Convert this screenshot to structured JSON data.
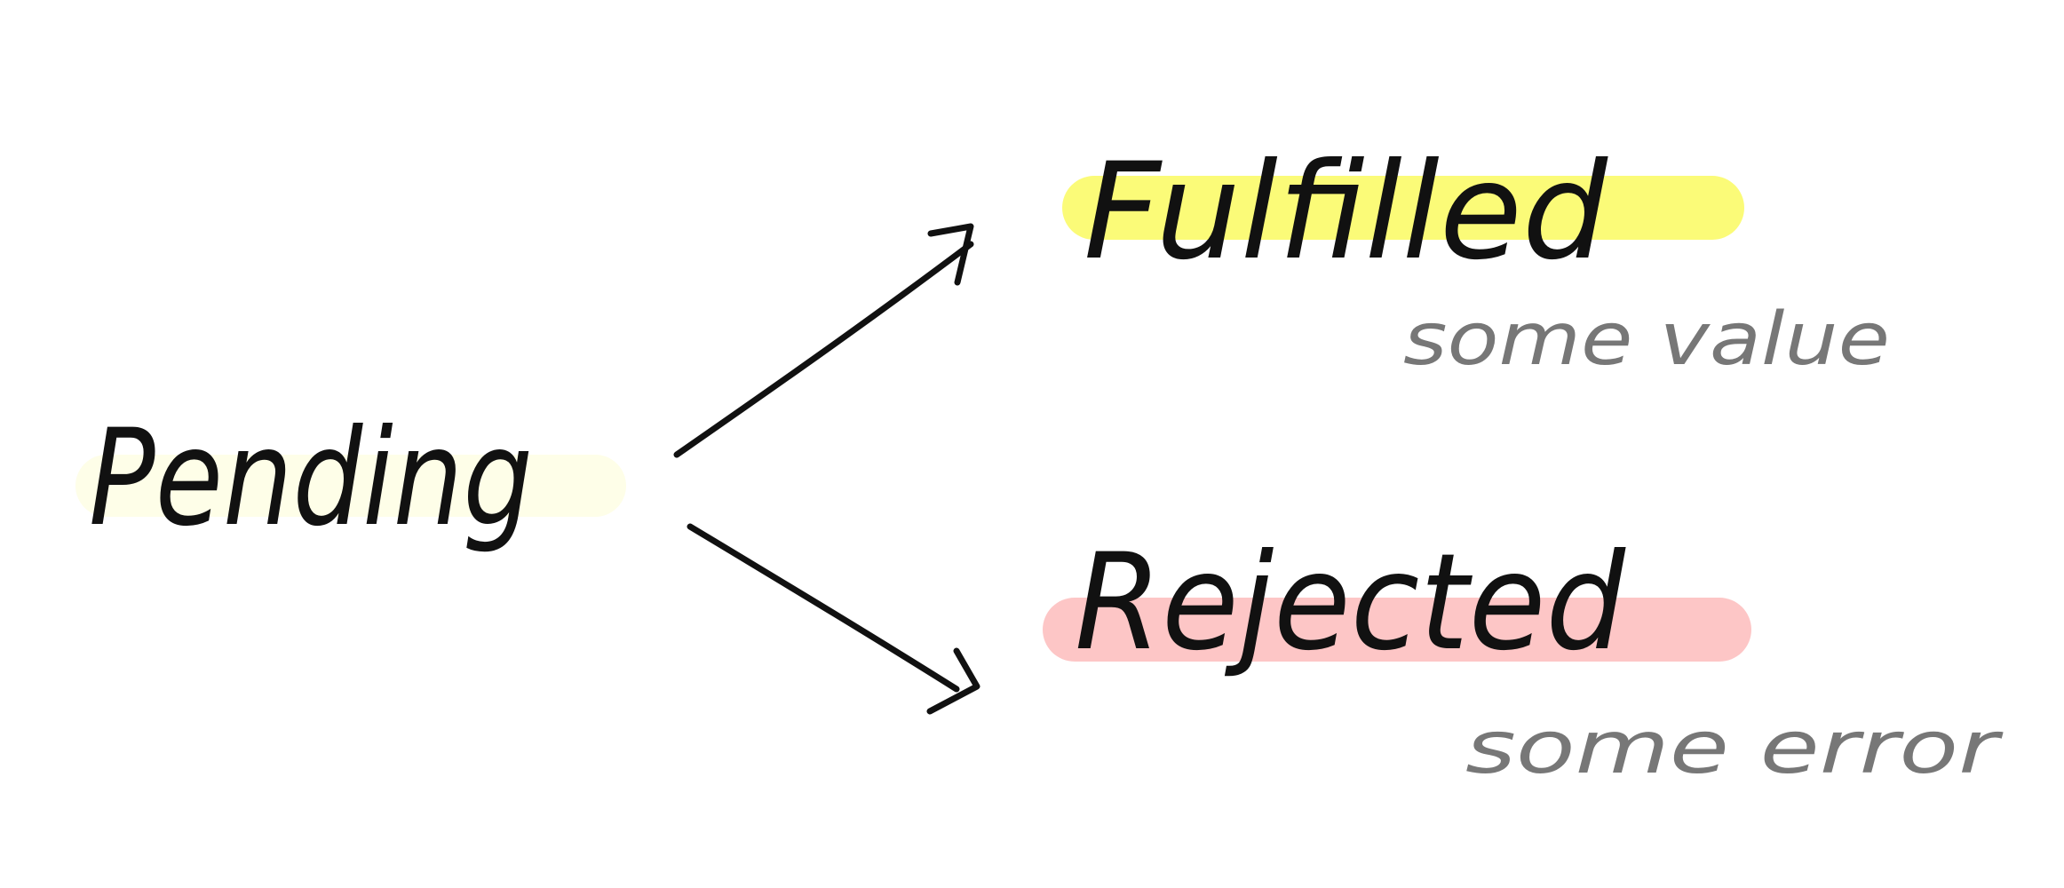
{
  "states": {
    "pending": {
      "label": "Pending",
      "highlight": "#fefee8"
    },
    "fulfilled": {
      "label": "Fulfilled",
      "highlight": "#fbfb78",
      "note": "some value"
    },
    "rejected": {
      "label": "Rejected",
      "highlight": "#fdc6c6",
      "note": "some error"
    }
  },
  "colors": {
    "ink": "#111111",
    "note_ink": "#777777",
    "background": "#ffffff"
  }
}
